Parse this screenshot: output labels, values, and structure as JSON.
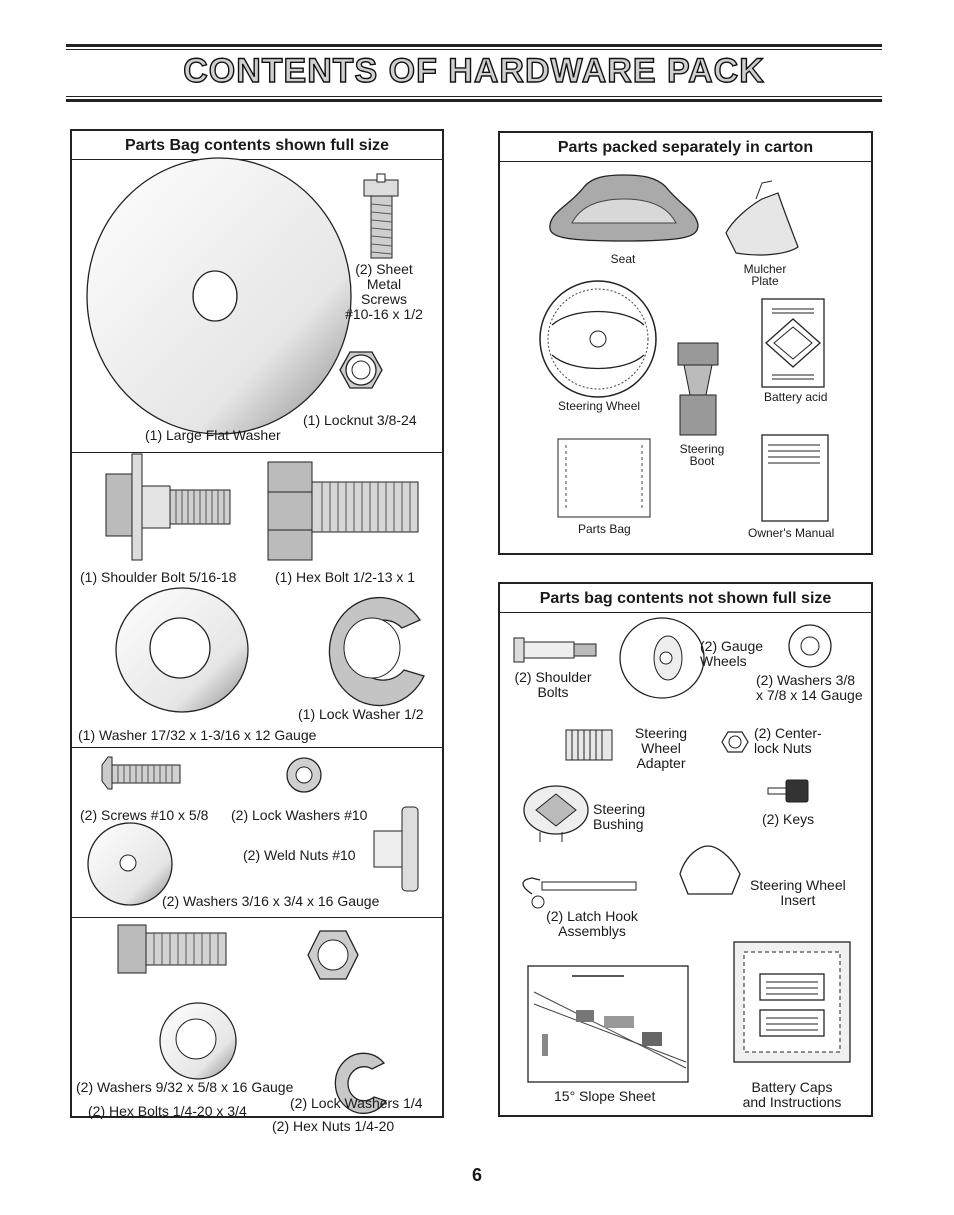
{
  "title": "CONTENTS OF HARDWARE PACK",
  "page_number": "6",
  "left_panel": {
    "heading": "Parts Bag contents shown full size",
    "sections": [
      {
        "items": [
          {
            "label": "(2) Sheet\nMetal\nScrews\n#10-16 x 1/2"
          },
          {
            "label": "(1) Locknut 3/8-24"
          },
          {
            "label": "(1) Large Flat Washer"
          }
        ]
      },
      {
        "items": [
          {
            "label": "(1) Shoulder Bolt 5/16-18"
          },
          {
            "label": "(1) Hex Bolt 1/2-13 x 1"
          },
          {
            "label": "(1) Lock Washer 1/2"
          },
          {
            "label": "(1) Washer 17/32 x 1-3/16 x 12 Gauge"
          }
        ]
      },
      {
        "items": [
          {
            "label": "(2) Screws #10 x 5/8"
          },
          {
            "label": "(2) Lock Washers #10"
          },
          {
            "label": "(2) Weld Nuts #10"
          },
          {
            "label": "(2) Washers 3/16 x 3/4 x 16 Gauge"
          }
        ]
      },
      {
        "items": [
          {
            "label": "(2) Hex Bolts 1/4-20 x 3/4"
          },
          {
            "label": "(2) Hex Nuts 1/4-20"
          },
          {
            "label": "(2) Washers 9/32 x 5/8 x 16 Gauge"
          },
          {
            "label": "(2) Lock Washers 1/4"
          }
        ]
      }
    ]
  },
  "carton_panel": {
    "heading": "Parts packed separately in carton",
    "items": [
      {
        "label": "Seat"
      },
      {
        "label": "Mulcher\nPlate"
      },
      {
        "label": "Steering Wheel"
      },
      {
        "label": "Battery acid"
      },
      {
        "label": "Steering\nBoot"
      },
      {
        "label": "Parts Bag"
      },
      {
        "label": "Owner's Manual"
      }
    ]
  },
  "notfull_panel": {
    "heading": "Parts bag contents not shown full size",
    "items": [
      {
        "label": "(2) Shoulder\nBolts"
      },
      {
        "label": "(2) Gauge\nWheels"
      },
      {
        "label": "(2) Washers  3/8\nx 7/8 x 14 Gauge"
      },
      {
        "label": "Steering\nWheel\nAdapter"
      },
      {
        "label": "(2) Center-\nlock Nuts"
      },
      {
        "label": "Steering\nBushing"
      },
      {
        "label": "(2) Keys"
      },
      {
        "label": "Steering Wheel\nInsert"
      },
      {
        "label": "(2) Latch Hook\nAssemblys"
      },
      {
        "label": "15° Slope Sheet"
      },
      {
        "label": "Battery Caps\nand Instructions"
      }
    ]
  }
}
